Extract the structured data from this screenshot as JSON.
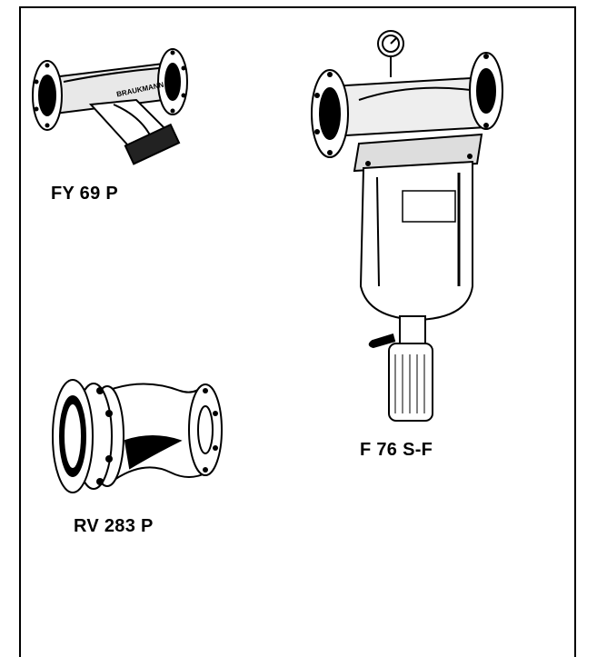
{
  "products": [
    {
      "id": "fy69p",
      "label": "FY 69 P",
      "brand_text": "BRAUKMANN"
    },
    {
      "id": "f76sf",
      "label": "F 76 S-F"
    },
    {
      "id": "rv283p",
      "label": "RV 283 P"
    }
  ]
}
